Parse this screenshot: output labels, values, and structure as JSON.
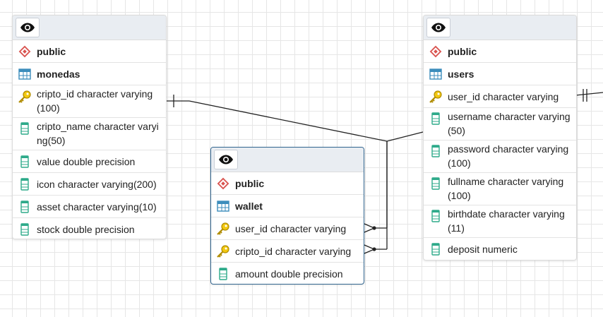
{
  "tables": {
    "monedas": {
      "schema": "public",
      "name": "monedas",
      "columns": [
        {
          "label": "cripto_id character varying (100)",
          "key": true
        },
        {
          "label": "cripto_name character varying(50)",
          "key": false
        },
        {
          "label": "value double precision",
          "key": false
        },
        {
          "label": "icon character varying(200)",
          "key": false
        },
        {
          "label": "asset character varying(10)",
          "key": false
        },
        {
          "label": "stock double precision",
          "key": false
        }
      ]
    },
    "wallet": {
      "schema": "public",
      "name": "wallet",
      "columns": [
        {
          "label": "user_id character varying",
          "key": true
        },
        {
          "label": "cripto_id character varying",
          "key": true
        },
        {
          "label": "amount double precision",
          "key": false
        }
      ]
    },
    "users": {
      "schema": "public",
      "name": "users",
      "columns": [
        {
          "label": "user_id character varying",
          "key": true
        },
        {
          "label": "username character varying(50)",
          "key": false
        },
        {
          "label": "password character varying (100)",
          "key": false
        },
        {
          "label": "fullname character varying (100)",
          "key": false
        },
        {
          "label": "birthdate character varying (11)",
          "key": false
        },
        {
          "label": "deposit numeric",
          "key": false
        }
      ]
    }
  },
  "relationships": [
    {
      "from": "monedas.cripto_id",
      "to": "wallet.cripto_id"
    },
    {
      "from": "users.user_id",
      "to": "wallet.user_id"
    }
  ],
  "icons": {
    "header": "eye-icon",
    "schema": "schema-diamond-icon",
    "table": "table-grid-icon",
    "primary_key": "key-icon",
    "column": "column-icon"
  },
  "colors": {
    "schema_icon": "#d9534f",
    "table_icon": "#3c8dbc",
    "key_icon": "#e6b800",
    "column_icon": "#2eaa8a",
    "selected_border": "#326690",
    "link_line": "#222222"
  }
}
